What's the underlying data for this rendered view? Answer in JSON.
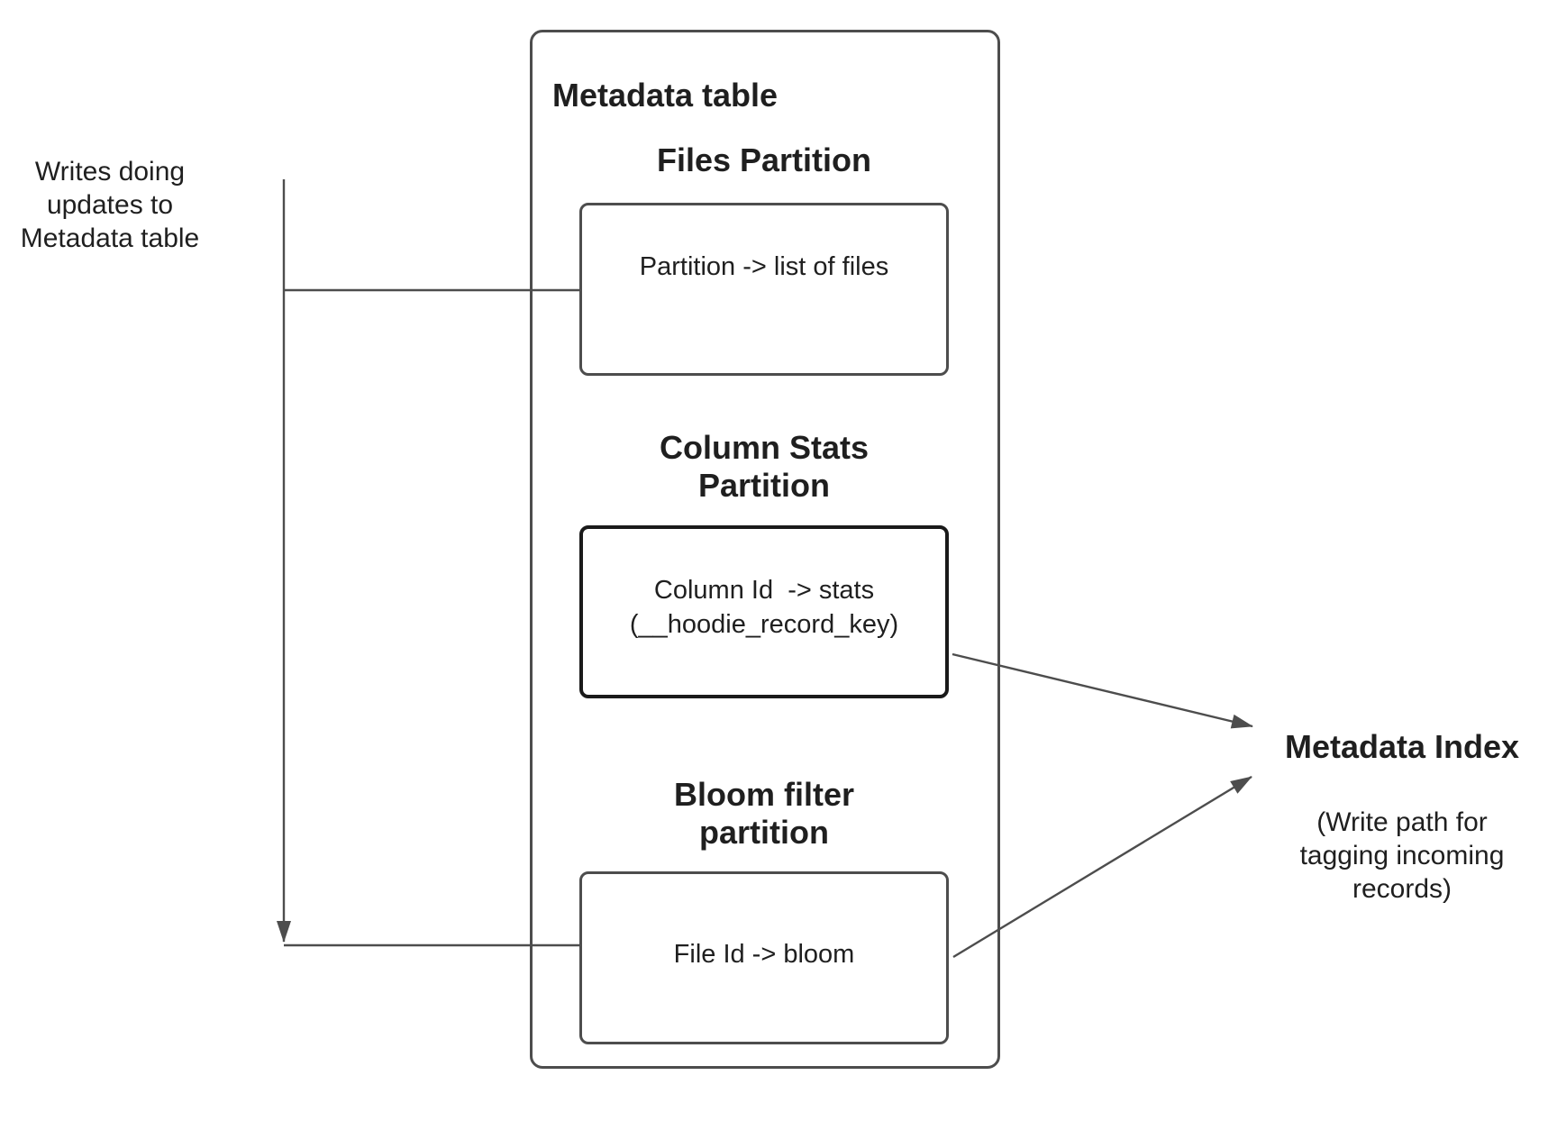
{
  "colors": {
    "background": "#ffffff",
    "line": "#4d4d4d",
    "box_border": "#4d4d4d",
    "emphasis_border": "#1a1a1a",
    "text": "#1f1f1f"
  },
  "writes_note": {
    "text": "Writes doing\nupdates to\nMetadata table"
  },
  "metadata_table": {
    "title": "Metadata table",
    "partitions": [
      {
        "heading": "Files Partition",
        "content": "Partition -> list of files"
      },
      {
        "heading": "Column Stats\nPartition",
        "content": "Column Id  -> stats\n(__hoodie_record_key)"
      },
      {
        "heading": "Bloom filter\npartition",
        "content": "File Id -> bloom"
      }
    ]
  },
  "metadata_index": {
    "title": "Metadata Index",
    "subtitle": "(Write path for\ntagging incoming\nrecords)"
  }
}
